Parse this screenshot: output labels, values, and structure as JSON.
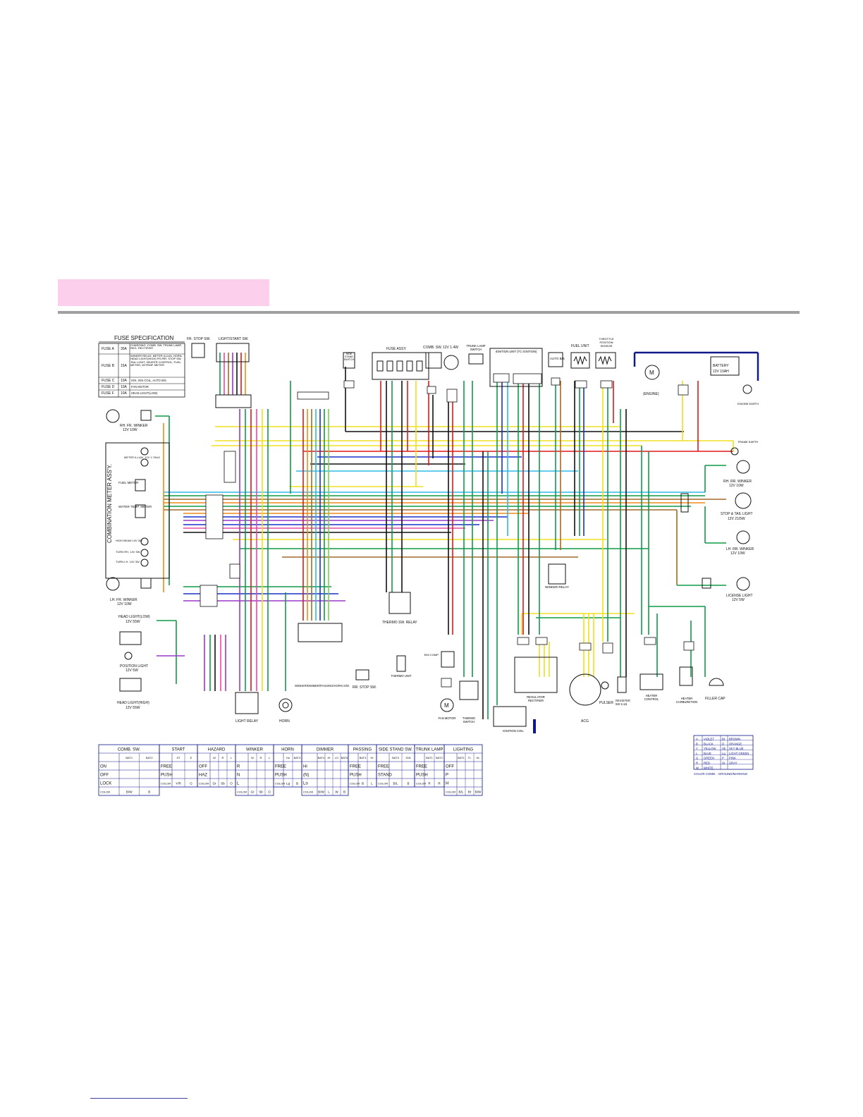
{
  "fuse_spec": {
    "title": "FUSE SPECIFICATION",
    "rows": [
      {
        "fuse": "FUSE A",
        "amp": "30A",
        "use": "CHARGING, COMB. SW, TRUNK LAMP, REG. RECTIFIER"
      },
      {
        "fuse": "FUSE B",
        "amp": "15A",
        "use": "WINKER RELAY, METER ILLUM, HORN, HEAD LIGHT(HIGH) FR./RR. STOP SW, TAIL LIGHT, HEATER CONTROL, FUEL METER, W/TEMP. METER"
      },
      {
        "fuse": "FUSE C",
        "amp": "10A",
        "use": "IGN, IGN COIL, AUTO B/S."
      },
      {
        "fuse": "FUSE D",
        "amp": "10A",
        "use": "FAN MOTOR"
      },
      {
        "fuse": "FUSE F",
        "amp": "10A",
        "use": "HEAD LIGHT(LOW)"
      }
    ]
  },
  "components": {
    "fr_stop_sw": "FR. STOP SW.",
    "light_start_sw": "LIGHT/START SW.",
    "side_stand_switch": "SIDE STAND SWITCH",
    "fuse_assy": "FUSE ASSY.",
    "comb_sw": "COMB. SW.",
    "bulb_12v": "12V 1.4W",
    "trunk_lamp_switch": "TRUNK LAMP SWITCH",
    "ignition_unit": "IGNITION UNIT (TC IGNITION)",
    "auto_bs": "AUTO B/S",
    "fuel_unit": "FUEL UNIT",
    "throttle_sensor": "THROTTLE POSITION SENSOR",
    "battery": "BATTERY",
    "battery_spec": "12V 10AH",
    "engine": "(ENGINE)",
    "engine_earth": "ENGINE EARTH",
    "frame_earth": "FRAME EARTH",
    "rh_fr_winker": "RH. FR. WINKER",
    "rh_fr_winker_spec": "12V 10W",
    "combination_meter": "COMBINATION METER ASS'Y.",
    "meter_illum": "METER ILLUM. 12V 1.7Wx2",
    "fuel_meter": "FUEL METER",
    "water_temp_meter": "WATER TEMP. METER",
    "high_beam": "HIGH BEAM 14V 3W",
    "turn_rh": "TURN RH. 14V 3W",
    "turn_lh": "TURN LH. 14V 3W",
    "lh_fr_winker": "LH. FR. WINKER",
    "lh_fr_winker_spec": "12V 10W",
    "head_light_low": "HEAD LIGHT(LOW)",
    "head_light_low_spec": "12V 55W",
    "position_light": "POSITION LIGHT",
    "position_light_spec": "12V 5W",
    "head_light_high": "HEAD LIGHT(HIGH)",
    "head_light_high_spec": "12V 55W",
    "light_relay": "LIGHT RELAY",
    "horn": "HORN",
    "winker_sw": "WINKER/DIMMER/PASSING/HORN S/W.",
    "rr_stop_sw": "RR. STOP SW.",
    "thermo_sw_relay": "THERMO SW. RELAY",
    "thermo_unit": "THERMO UNIT",
    "fan_motor": "FAN MOTOR",
    "thermo_switch": "THERMO SWITCH",
    "ignition_coil": "IGNITION COIL",
    "emi_comp": "EMI COMP.",
    "winker_relay": "WINKER RELAY",
    "regulator_rectifier": "REGULATOR RECTIFIER",
    "acg": "ACG",
    "pulser": "PULSER",
    "resister": "RESISTER",
    "resister_spec": "5W 5.1Ω",
    "heater_control": "HEATER CONTROL",
    "heater_carburetion": "HEATER CARBURETION",
    "filler_cap": "FILLER CAP",
    "rh_rr_winker": "RH. RR. WINKER",
    "rh_rr_winker_spec": "12V 10W",
    "stop_tail_light": "STOP & TAIL LIGHT",
    "stop_tail_light_spec": "12V 21/5W",
    "lh_rr_winker": "LH. RR. WINKER",
    "lh_rr_winker_spec": "12V 10W",
    "license_light": "LICENSE LIGHT",
    "license_light_spec": "12V 5W"
  },
  "switch_tables": [
    {
      "title": "COMB. SW.",
      "cols": [
        "",
        "BAT1",
        "BAT2"
      ],
      "rows": [
        [
          "ON",
          "",
          ""
        ],
        [
          "OFF",
          "",
          ""
        ],
        [
          "LOCK",
          "",
          ""
        ],
        [
          "COLOR",
          "B/W",
          "B"
        ]
      ]
    },
    {
      "title": "START",
      "cols": [
        "",
        "ST",
        "E"
      ],
      "rows": [
        [
          "FREE",
          "",
          ""
        ],
        [
          "PUSH",
          "",
          ""
        ],
        [
          "COLOR",
          "Y/R",
          "G"
        ]
      ]
    },
    {
      "title": "HAZARD",
      "cols": [
        "",
        "W",
        "R",
        "L"
      ],
      "rows": [
        [
          "OFF",
          "",
          "",
          ""
        ],
        [
          "HAZ",
          "",
          "",
          ""
        ],
        [
          "COLOR",
          "Gr",
          "Sb",
          "O"
        ]
      ]
    },
    {
      "title": "WINKER",
      "cols": [
        "",
        "W",
        "R",
        "L"
      ],
      "rows": [
        [
          "R",
          "",
          "",
          ""
        ],
        [
          "N",
          "",
          "",
          ""
        ],
        [
          "L",
          "",
          "",
          ""
        ],
        [
          "COLOR",
          "Gr",
          "Sb",
          "O"
        ]
      ]
    },
    {
      "title": "HORN",
      "cols": [
        "",
        "Ho",
        "BAT4"
      ],
      "rows": [
        [
          "FREE",
          "",
          ""
        ],
        [
          "PUSH",
          "",
          ""
        ],
        [
          "COLOR",
          "Lg",
          "B"
        ]
      ]
    },
    {
      "title": "DIMMER",
      "cols": [
        "",
        "BAT4",
        "HI",
        "LO",
        "BAT6"
      ],
      "rows": [
        [
          "Hi",
          "",
          "",
          "",
          ""
        ],
        [
          "(N)",
          "",
          "",
          "",
          ""
        ],
        [
          "Lo",
          "",
          "",
          "",
          ""
        ],
        [
          "COLOR",
          "B/W",
          "L",
          "W",
          "B"
        ]
      ]
    },
    {
      "title": "PASSING",
      "cols": [
        "",
        "BAT3",
        "HI"
      ],
      "rows": [
        [
          "FREE",
          "",
          ""
        ],
        [
          "PUSH",
          "",
          ""
        ],
        [
          "COLOR",
          "B",
          "L"
        ]
      ]
    },
    {
      "title": "SIDE STAND SW.",
      "cols": [
        "",
        "BAT3",
        "IGN"
      ],
      "rows": [
        [
          "FREE",
          "",
          ""
        ],
        [
          "STAND",
          "",
          ""
        ],
        [
          "COLOR",
          "B/L",
          "B"
        ]
      ]
    },
    {
      "title": "TRUNK LAMP",
      "cols": [
        "",
        "BAT1",
        "BAT2"
      ],
      "rows": [
        [
          "FREE",
          "",
          ""
        ],
        [
          "PUSH",
          "",
          ""
        ],
        [
          "COLOR",
          "R",
          "R"
        ]
      ]
    },
    {
      "title": "LIGHTING",
      "cols": [
        "",
        "BAT1",
        "TL",
        "HL"
      ],
      "rows": [
        [
          "OFF",
          "",
          "",
          ""
        ],
        [
          "P",
          "",
          "",
          ""
        ],
        [
          "H",
          "",
          "",
          ""
        ],
        [
          "COLOR",
          "B/L",
          "Br",
          "B/W"
        ]
      ]
    }
  ],
  "color_code": {
    "rows": [
      [
        "V",
        "VIOLET",
        "Br",
        "BROWN"
      ],
      [
        "B",
        "BLACK",
        "O",
        "ORANGE"
      ],
      [
        "Y",
        "YELLOW",
        "Sb",
        "SKY BLUE"
      ],
      [
        "L",
        "BLUE",
        "Lg",
        "LIGHT GREEN"
      ],
      [
        "G",
        "GREEN",
        "P",
        "PINK"
      ],
      [
        "R",
        "RED",
        "Gr",
        "GRAY"
      ],
      [
        "W",
        "WHITE",
        "",
        ""
      ]
    ],
    "note": "COLOR COMB. : GROUND/MARKING"
  },
  "wire_colors": {
    "red": "#e01818",
    "green": "#109a4a",
    "blue": "#1830c8",
    "yellow": "#f0e020",
    "black": "#111111",
    "brown": "#a06a28",
    "orange": "#f08a1a",
    "skyblue": "#30b8e8",
    "lightgreen": "#7ad04a",
    "pink": "#e84aa8",
    "violet": "#9a38c8",
    "gray": "#8a8a8a",
    "navy": "#10188a"
  }
}
